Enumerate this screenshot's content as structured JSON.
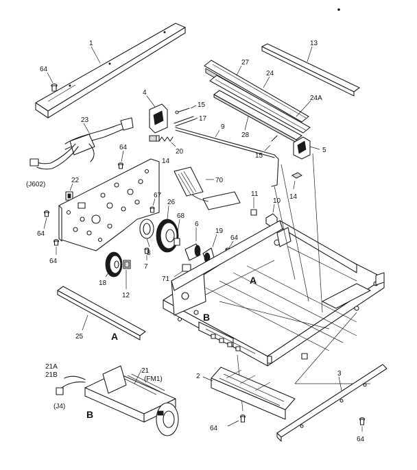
{
  "labels": {
    "p1": "1",
    "p13": "13",
    "p27": "27",
    "p24": "24",
    "p24a": "24A",
    "p28": "28",
    "p64a": "64",
    "p64b": "64",
    "p64c": "64",
    "p64d": "64",
    "p64e": "64",
    "p64f": "64",
    "p64g": "64",
    "p4": "4",
    "p15a": "15",
    "p17": "17",
    "p9": "9",
    "p23": "23",
    "p20": "20",
    "p14a": "14",
    "p15b": "15",
    "p5": "5",
    "p14b": "14",
    "j602": "(J602)",
    "p22": "22",
    "p70": "70",
    "p11": "11",
    "p10": "10",
    "p67": "67",
    "p26": "26",
    "p68": "68",
    "p6": "6",
    "p19": "19",
    "p8": "8",
    "p7": "7",
    "p18": "18",
    "p12": "12",
    "p71": "71",
    "pA1": "A",
    "pA2": "A",
    "pB1": "B",
    "pB2": "B",
    "p25": "25",
    "p21": "21",
    "fm1": "(FM1)",
    "p21a": "21A",
    "p21b": "21B",
    "j4": "(J4)",
    "p2": "2",
    "p3": "3"
  },
  "colors": {
    "ink": "#1a1a1a",
    "paper": "#ffffff"
  }
}
